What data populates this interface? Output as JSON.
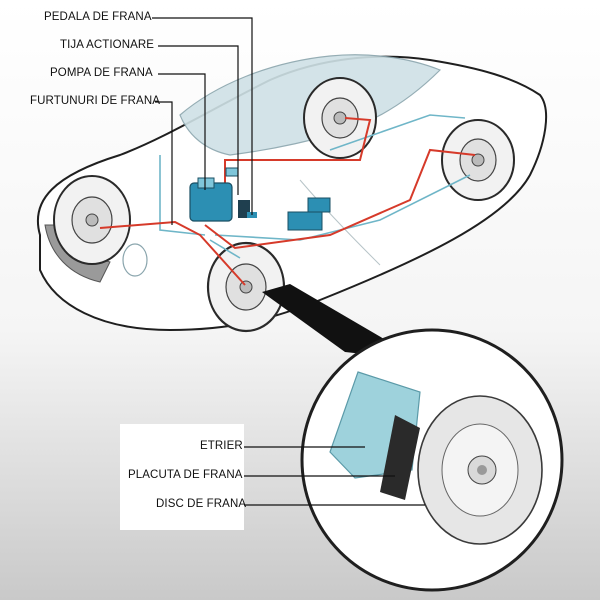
{
  "labels": {
    "brake_pedal": "PEDALA DE FRANA",
    "actuator_rod": "TIJA ACTIONARE",
    "brake_pump": "POMPA DE FRANA",
    "brake_hoses": "FURTUNURI DE FRANA",
    "caliper": "ETRIER",
    "brake_pad": "PLACUTA DE FRANA",
    "brake_disc": "DISC DE FRANA"
  },
  "colors": {
    "brake_line": "#d63a2a",
    "hydraulic_line": "#6fb6c8",
    "outline": "#1f1f1f",
    "component": "#2c8fb3",
    "window": "#cfe1e6",
    "pad_caliper": "#9ed2dc"
  }
}
